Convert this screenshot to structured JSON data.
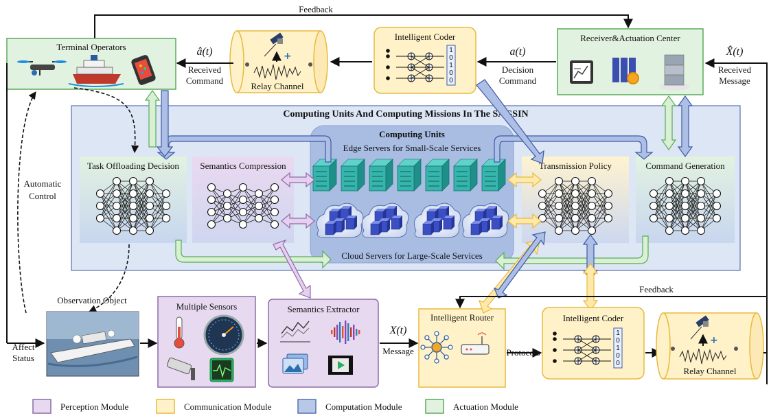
{
  "colors": {
    "perception": "#e6d9f0",
    "perception_border": "#8e6aa6",
    "communication": "#fff2c8",
    "communication_border": "#e8b93d",
    "computation": "#b8c8e8",
    "computation_border": "#5870b0",
    "actuation": "#e2f2e0",
    "actuation_border": "#5aab58"
  },
  "top": {
    "feedback_label": "Feedback",
    "terminal_operators": "Terminal Operators",
    "relay_channel": "Relay Channel",
    "intelligent_coder": "Intelligent Coder",
    "receiver_center": "Receiver&Actuation Center",
    "a_hat_t": "â(t)",
    "received_command_1": "Received",
    "received_command_2": "Command",
    "a_t": "a(t)",
    "decision_command_1": "Decision",
    "decision_command_2": "Command",
    "x_hat_t": "X̂(t)",
    "received_message_1": "Received",
    "received_message_2": "Message"
  },
  "sagsin": {
    "title": "Computing Units And Computing Missions In The SAGSIN",
    "computing_units": "Computing Units",
    "edge_servers": "Edge Servers for Small-Scale Services",
    "cloud_servers": "Cloud Servers for Large-Scale Services",
    "task_offloading": "Task Offloading Decision",
    "semantics_compression": "Semantics Compression",
    "transmission_policy": "Transmission Policy",
    "command_generation": "Command Generation"
  },
  "left": {
    "automatic_1": "Automatic",
    "automatic_2": "Control",
    "observation_object": "Observation Object",
    "affect_1": "Affect",
    "affect_2": "Status"
  },
  "bottom": {
    "multiple_sensors": "Multiple Sensors",
    "semantics_extractor": "Semantics Extractor",
    "x_t": "X(t)",
    "message": "Message",
    "intelligent_router": "Intelligent Router",
    "protocols": "Protocols",
    "intelligent_coder": "Intelligent Coder",
    "relay_channel": "Relay Channel",
    "feedback_label": "Feedback"
  },
  "legend": [
    {
      "label": "Perception Module",
      "color": "#e6d9f0",
      "border": "#8e6aa6"
    },
    {
      "label": "Communication Module",
      "color": "#fff2c8",
      "border": "#e8b93d"
    },
    {
      "label": "Computation Module",
      "color": "#b8c8e8",
      "border": "#5870b0"
    },
    {
      "label": "Actuation Module",
      "color": "#e2f2e0",
      "border": "#5aab58"
    }
  ],
  "coder_bits": [
    "1",
    "0",
    "1",
    "0",
    "0"
  ]
}
